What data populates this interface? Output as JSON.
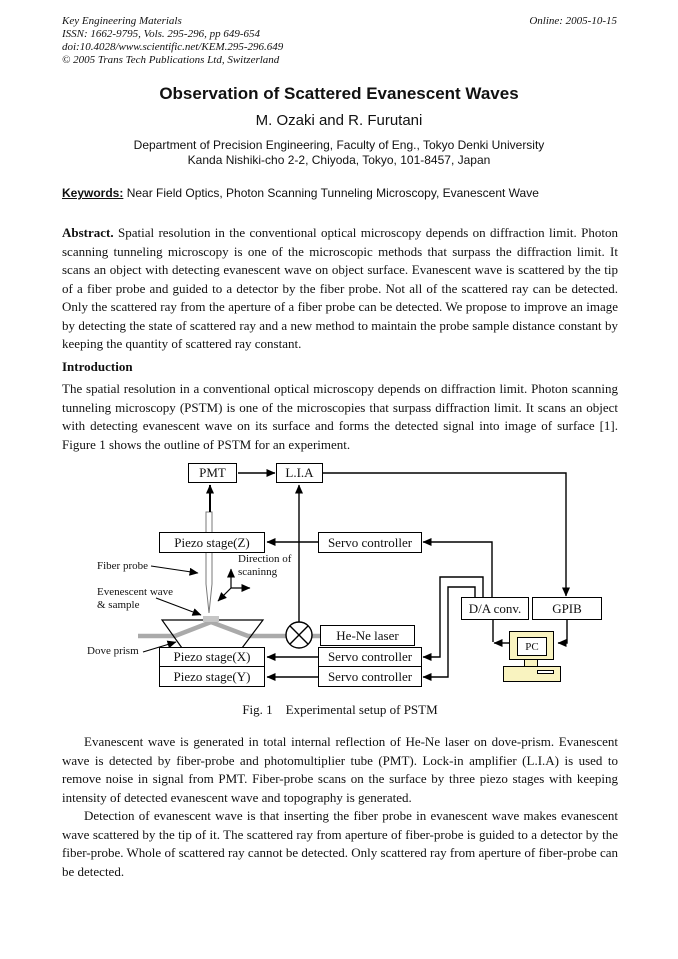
{
  "header": {
    "journal": "Key Engineering Materials",
    "issn_line": "ISSN: 1662-9795, Vols. 295-296, pp 649-654",
    "doi_line": "doi:10.4028/www.scientific.net/KEM.295-296.649",
    "copyright_line": "© 2005 Trans Tech Publications Ltd, Switzerland",
    "online_date": "Online: 2005-10-15"
  },
  "title": "Observation of Scattered Evanescent Waves",
  "authors": "M. Ozaki and R. Furutani",
  "affiliation_line1": "Department of Precision Engineering, Faculty of Eng., Tokyo Denki University",
  "affiliation_line2": "Kanda Nishiki-cho 2-2, Chiyoda, Tokyo, 101-8457, Japan",
  "keywords": {
    "label": "Keywords:",
    "text": " Near Field Optics, Photon Scanning Tunneling Microscopy, Evanescent Wave"
  },
  "abstract": {
    "label": "Abstract.",
    "text": " Spatial resolution in the conventional optical microscopy depends on diffraction limit. Photon scanning tunneling microscopy is one of the microscopic methods that surpass the diffraction limit. It scans an object with detecting evanescent wave on object surface. Evanescent wave is scattered by the tip of a fiber probe and guided to a detector by the fiber probe. Not all of the scattered ray can be detected. Only the scattered ray from the aperture of a fiber probe can be detected. We propose to improve an image by detecting the state of scattered ray and a new method to maintain the probe sample distance constant by keeping the quantity of scattered ray constant."
  },
  "introduction": {
    "heading": "Introduction",
    "text": "The spatial resolution in a conventional optical microscopy depends on diffraction limit. Photon scanning tunneling microscopy (PSTM) is one of the microscopies that surpass diffraction limit. It scans an object with detecting evanescent wave on its surface and forms the detected signal into image of surface [1]. Figure 1 shows the outline of PSTM for an experiment."
  },
  "figure": {
    "boxes": {
      "pmt": "PMT",
      "lia": "L.I.A",
      "piezo_z": "Piezo stage(Z)",
      "servo_z": "Servo controller",
      "he_ne": "He-Ne laser",
      "piezo_x": "Piezo stage(X)",
      "piezo_y": "Piezo stage(Y)",
      "servo_x": "Servo controller",
      "servo_y": "Servo controller",
      "da_conv": "D/A conv.",
      "gpib": "GPIB",
      "pc": "PC"
    },
    "labels": {
      "fiber_probe": "Fiber probe",
      "direction_line1": "Direction of",
      "direction_line2": "scaninng",
      "evanescent_line1": "Evenescent wave",
      "evanescent_line2": "& sample",
      "dove_prism": "Dove prism"
    },
    "caption_fig": "Fig. 1",
    "caption_text": "Experimental setup of PSTM",
    "colors": {
      "beam_gray": "#aaaaaa",
      "pc_yellow": "#f9f3c0",
      "sample_gray": "#c6c6c6"
    }
  },
  "body_paragraph_1": "Evanescent wave is generated in total internal reflection of He-Ne laser on dove-prism. Evanescent wave is detected by fiber-probe and photomultiplier tube (PMT). Lock-in amplifier (L.I.A) is used to remove noise in signal from PMT. Fiber-probe scans on the surface by three piezo stages with keeping intensity of detected evanescent wave and topography is generated.",
  "body_paragraph_2": "Detection of evanescent wave is that inserting the fiber probe in evanescent wave makes evanescent wave scattered by the tip of it. The scattered ray from aperture of fiber-probe is guided to a detector by the fiber-probe. Whole of scattered ray cannot be detected. Only scattered ray from aperture of fiber-probe can be detected."
}
